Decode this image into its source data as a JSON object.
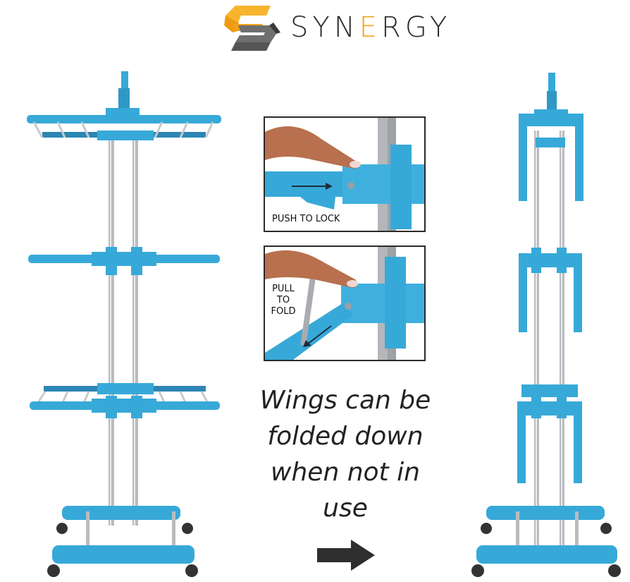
{
  "brand": {
    "name_prefix": "SYN",
    "name_accent": "E",
    "name_suffix": "RGY",
    "logo_icon": "s-block-logo-icon",
    "colors": {
      "orange": "#f3a21d",
      "gray": "#6e6e6e",
      "text": "#2b2b2b"
    }
  },
  "product": {
    "color": "#37a9d8",
    "steel": "#b9bcbf"
  },
  "insets": [
    {
      "label": "PUSH TO LOCK",
      "arrow": "arrow-right-icon"
    },
    {
      "label_lines": [
        "PULL",
        "TO",
        "FOLD"
      ],
      "arrow": "arrow-down-left-icon"
    }
  ],
  "caption": {
    "lines": [
      "Wings can be",
      "folded down",
      "when not in",
      "use"
    ]
  },
  "transition_arrow": "arrow-right-icon",
  "views": [
    "unfolded-rack",
    "folded-rack"
  ]
}
